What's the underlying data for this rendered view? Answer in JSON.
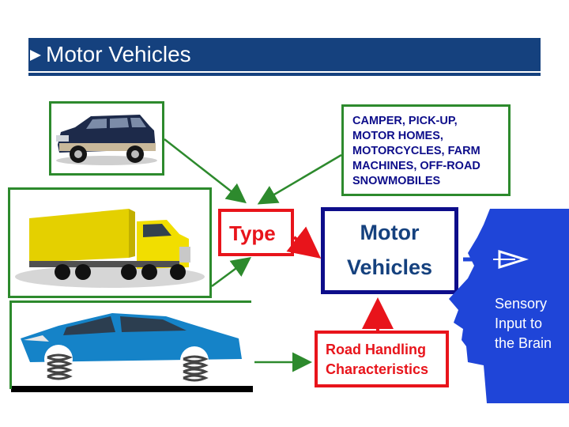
{
  "header": {
    "title": "Motor Vehicles"
  },
  "diagram": {
    "vehicle_list": "CAMPER, PICK-UP,\nMOTOR HOMES,\nMOTORCYCLES, FARM\nMACHINES, OFF-ROAD\nSNOWMOBILES",
    "type_label": "Type",
    "motor_vehicles_label": "Motor\nVehicles",
    "road_handling_label": "Road Handling\nCharacteristics",
    "sensory_label": "Sensory\nInput to\nthe Brain"
  },
  "colors": {
    "title_bar": "#15417e",
    "green_frame": "#2d8a2d",
    "red_frame": "#e8141b",
    "blue_frame": "#0d0d8a",
    "head_blue": "#1f45d8"
  },
  "images": {
    "suv": "suv-image",
    "truck": "semi-truck-image",
    "car": "sedan-on-springs-image",
    "head": "head-silhouette-image"
  }
}
